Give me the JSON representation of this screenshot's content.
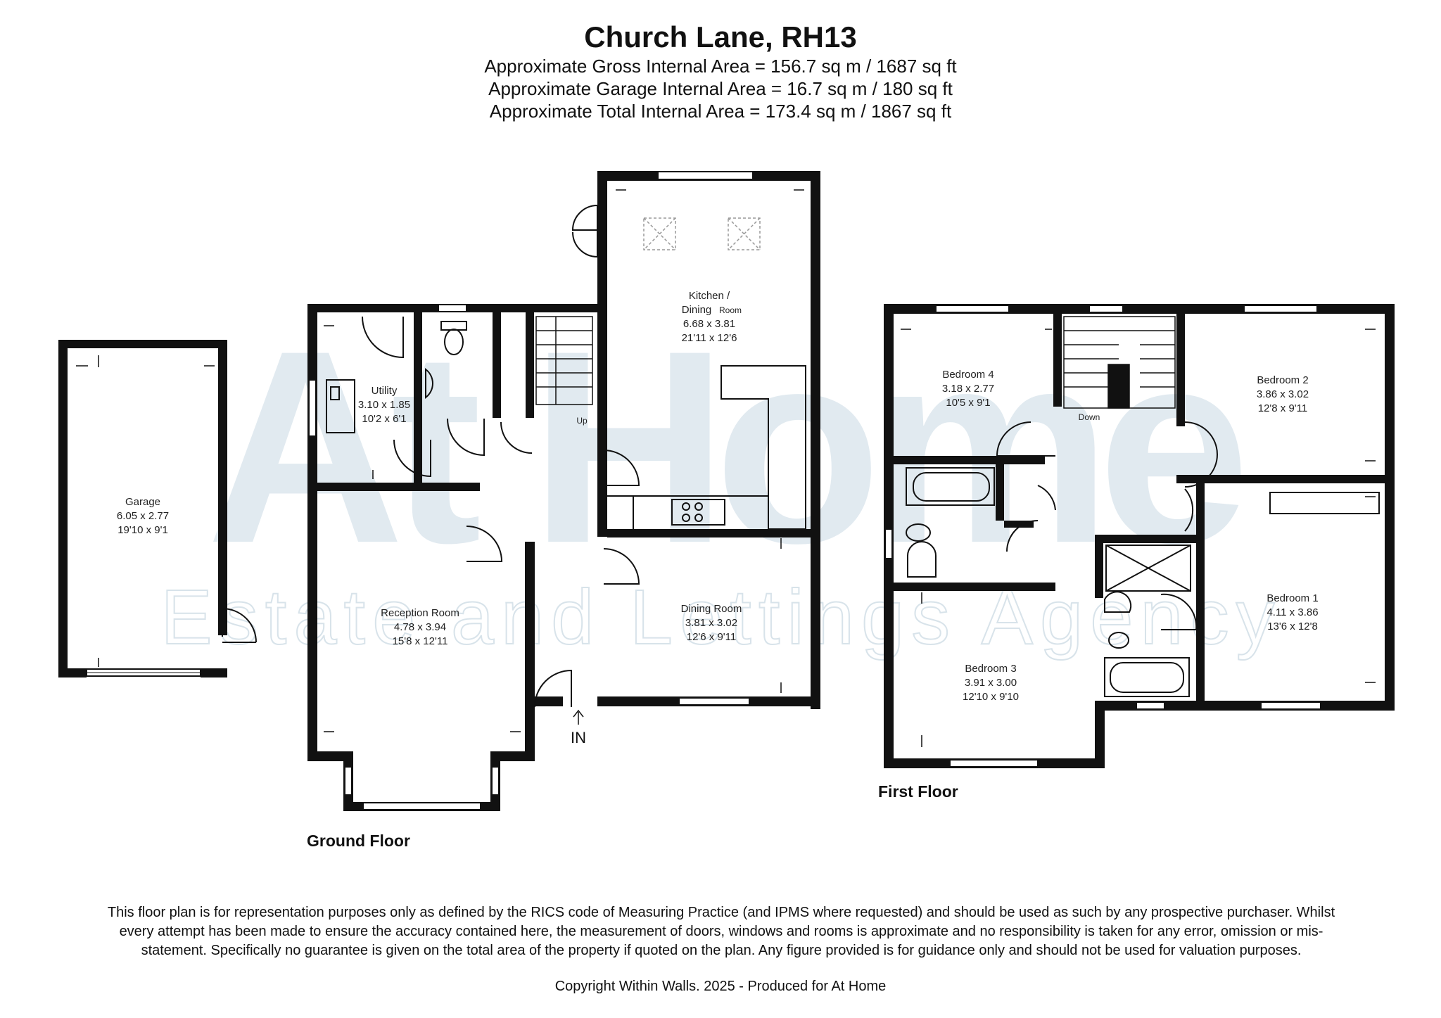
{
  "header": {
    "title": "Church Lane, RH13",
    "areas": [
      "Approximate Gross Internal Area = 156.7 sq m / 1687 sq ft",
      "Approximate Garage Internal Area = 16.7 sq m / 180 sq ft",
      "Approximate Total Internal Area = 173.4 sq m / 1867 sq ft"
    ]
  },
  "watermark": {
    "logo": "At Home",
    "tagline": "Estate and Lettings Agency"
  },
  "rooms": {
    "garage": {
      "name": "Garage",
      "metric": "6.05 x 2.77",
      "imperial": "19'10 x 9'1"
    },
    "utility": {
      "name": "Utility",
      "metric": "3.10 x 1.85",
      "imperial": "10'2 x 6'1"
    },
    "kitchen": {
      "name_line1": "Kitchen /",
      "name_line2": "Dining",
      "name_line2_small": "Room",
      "metric": "6.68 x 3.81",
      "imperial": "21'11 x 12'6"
    },
    "reception": {
      "name": "Reception Room",
      "metric": "4.78 x 3.94",
      "imperial": "15'8 x 12'11"
    },
    "dining": {
      "name": "Dining Room",
      "metric": "3.81 x 3.02",
      "imperial": "12'6 x 9'11"
    },
    "bedroom4": {
      "name": "Bedroom 4",
      "metric": "3.18 x 2.77",
      "imperial": "10'5 x 9'1"
    },
    "bedroom2": {
      "name": "Bedroom 2",
      "metric": "3.86 x 3.02",
      "imperial": "12'8 x 9'11"
    },
    "bedroom1": {
      "name": "Bedroom 1",
      "metric": "4.11 x 3.86",
      "imperial": "13'6 x 12'8"
    },
    "bedroom3": {
      "name": "Bedroom 3",
      "metric": "3.91 x 3.00",
      "imperial": "12'10 x 9'10"
    }
  },
  "stairs": {
    "up": "Up",
    "down": "Down"
  },
  "entrance": "IN",
  "floors": {
    "ground": "Ground Floor",
    "first": "First Floor"
  },
  "disclaimer": "This floor plan is for representation purposes only as defined by the RICS code of Measuring Practice (and IPMS where requested) and should be used as such by any prospective purchaser. Whilst every attempt has been made to ensure the accuracy contained here, the measurement of doors, windows and rooms is approximate and no responsibility is taken for any error, omission or mis-statement. Specifically no guarantee is given on the total area of the property if quoted on the plan. Any figure provided is for guidance only and should not be used for valuation purposes.",
  "copyright": "Copyright Within Walls. 2025 - Produced for At Home"
}
